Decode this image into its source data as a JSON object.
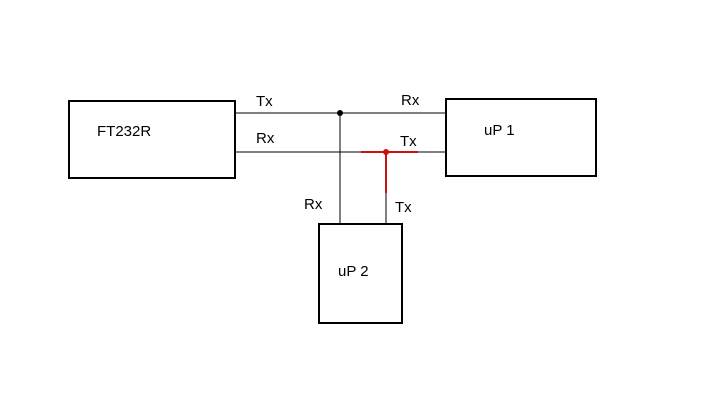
{
  "blocks": {
    "ft232r": "FT232R",
    "up1": "uP 1",
    "up2": "uP 2"
  },
  "pins": {
    "ft232r_tx": "Tx",
    "ft232r_rx": "Rx",
    "up1_rx": "Rx",
    "up1_tx": "Tx",
    "up2_rx": "Rx",
    "up2_tx": "Tx"
  },
  "colors": {
    "line": "#000000",
    "highlight": "#cc1111",
    "background": "#ffffff"
  }
}
